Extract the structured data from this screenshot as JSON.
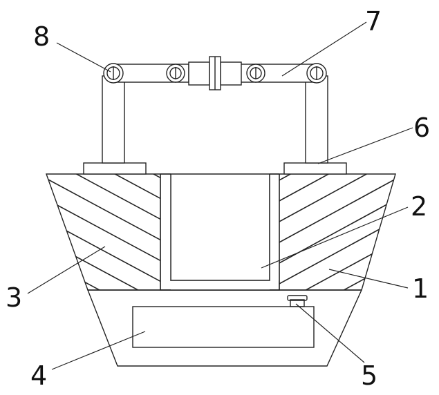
{
  "figure": {
    "type": "patent-style mechanical line drawing",
    "stroke_color": "#222222",
    "background_color": "#ffffff",
    "part_labels": [
      "1",
      "2",
      "3",
      "4",
      "5",
      "6",
      "7",
      "8"
    ]
  }
}
